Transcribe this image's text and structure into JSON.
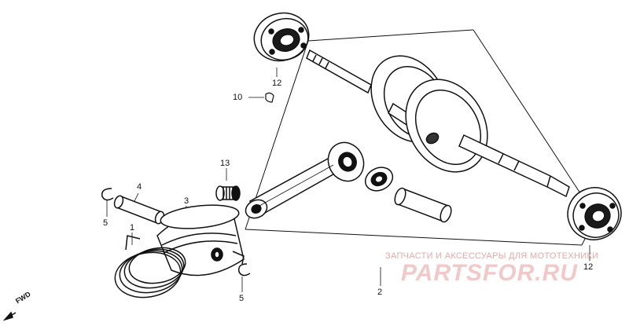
{
  "diagram": {
    "parts": [
      {
        "id": "crankshaft",
        "label": "2"
      },
      {
        "id": "piston",
        "label": "3"
      },
      {
        "id": "piston-pin",
        "label": "4"
      },
      {
        "id": "piston-ring-set",
        "label": "1"
      },
      {
        "id": "pin-clip-left",
        "label": "5"
      },
      {
        "id": "pin-clip-right",
        "label": "5"
      },
      {
        "id": "woodruff-key",
        "label": "10"
      },
      {
        "id": "needle-bearing",
        "label": "13"
      },
      {
        "id": "bearing-top",
        "label": "12"
      },
      {
        "id": "bearing-right",
        "label": "12"
      }
    ],
    "direction_marker": "FWD"
  },
  "watermark": {
    "line1": "ЗАПЧАСТИ И АКСЕССУАРЫ ДЛЯ МОТОТЕХНИКИ",
    "line2": "PARTSFOR.RU"
  }
}
